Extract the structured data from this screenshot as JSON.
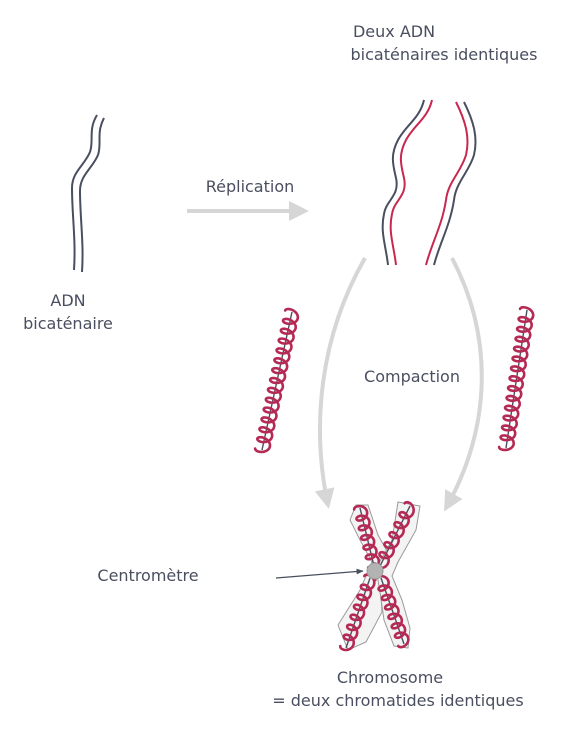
{
  "labels": {
    "top_right_line1": "Deux ADN",
    "top_right_line2": "bicaténaires identiques",
    "replication": "Réplication",
    "dna_line1": "ADN",
    "dna_line2": "bicaténaire",
    "compaction": "Compaction",
    "centromere": "Centromètre",
    "chromosome_line1": "Chromosome",
    "chromosome_line2": "= deux chromatides identiques"
  },
  "colors": {
    "strand_dark": "#4a4f60",
    "strand_red": "#c8284f",
    "coil_red": "#b52a55",
    "arrow_grey": "#d6d6d6",
    "centromere_fill": "#b3b3b3",
    "outline_grey": "#9a9a9a"
  }
}
